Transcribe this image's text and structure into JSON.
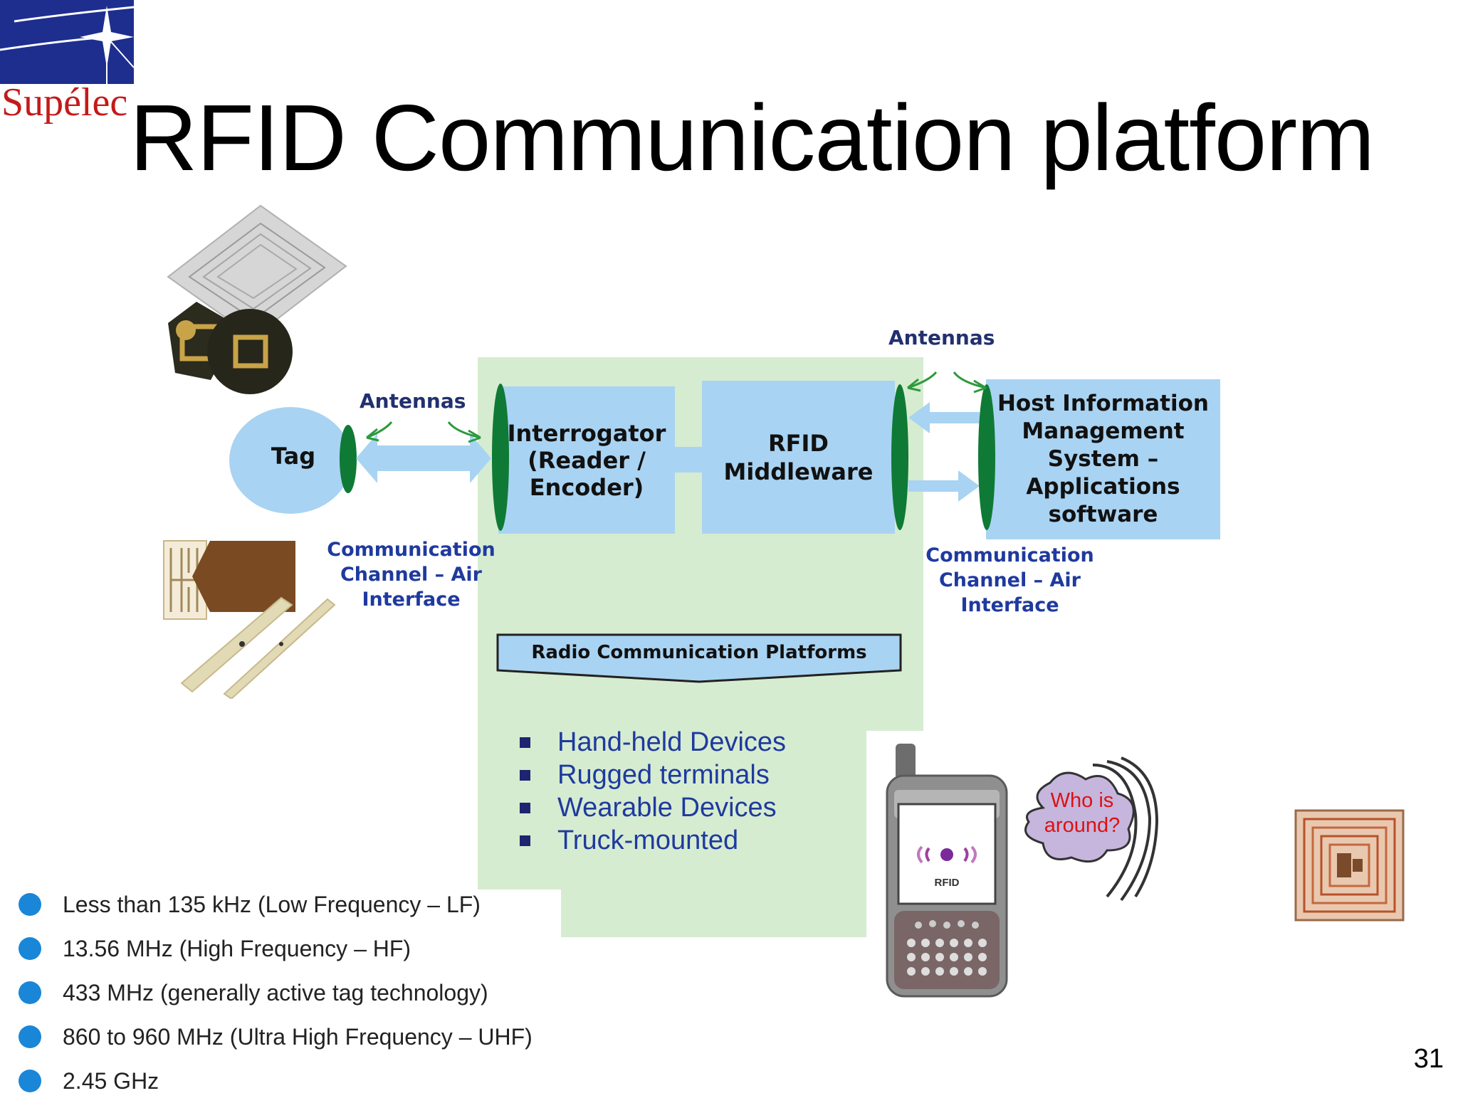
{
  "logo": {
    "name": "Supélec"
  },
  "title": "RFID Communication platform",
  "tag": {
    "label": "Tag"
  },
  "antennas_left": "Antennas",
  "antennas_right": "Antennas",
  "comm_channel_left": [
    "Communication",
    "Channel – Air",
    "Interface"
  ],
  "comm_channel_right": [
    "Communication",
    "Channel – Air",
    "Interface"
  ],
  "interrogator": [
    "Interrogator",
    "(Reader /",
    "Encoder)"
  ],
  "middleware": [
    "RFID",
    "Middleware"
  ],
  "host_system": [
    "Host Information",
    "Management",
    "System –",
    "Applications",
    "software"
  ],
  "radio_platforms_label": "Radio Communication Platforms",
  "devices": [
    "Hand-held Devices",
    "Rugged terminals",
    "Wearable Devices",
    "Truck-mounted"
  ],
  "frequencies": [
    "Less than 135 kHz (Low Frequency – LF)",
    "13.56 MHz (High Frequency – HF)",
    "433 MHz (generally active tag technology)",
    "860 to 960 MHz (Ultra High Frequency – UHF)",
    "2.45 GHz"
  ],
  "phone": {
    "screen_text": "RFID"
  },
  "bubble": [
    "Who is",
    "around?"
  ],
  "slide_number": "31",
  "colors": {
    "box_blue": "#a9d3f2",
    "green_area": "#d6ecd0",
    "antenna_green": "#0f7a35",
    "label_blue": "#1f3a9e",
    "bullet_blue": "#1a86d8",
    "logo_navy": "#1e2e8f",
    "logo_red": "#c41a1a"
  }
}
